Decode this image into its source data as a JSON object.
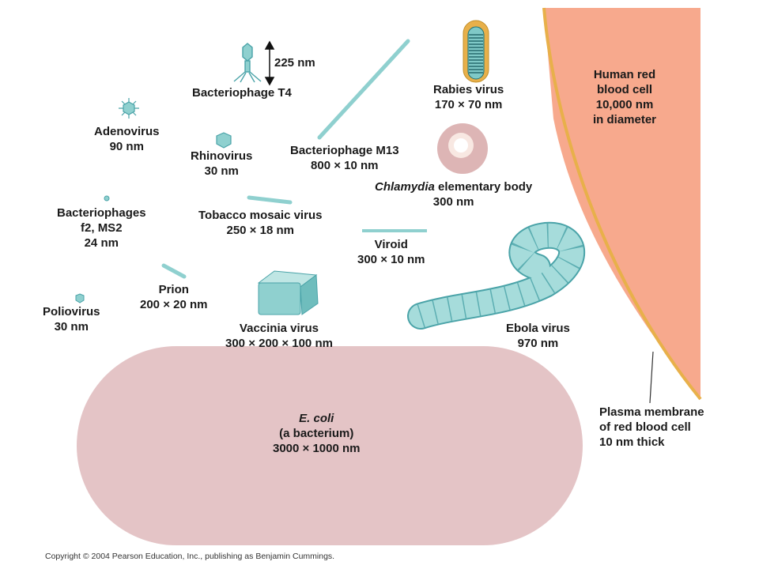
{
  "title": "",
  "colors": {
    "virus": "#8fd0cf",
    "virus_stroke": "#4aa3a8",
    "rbc": "#f7a98d",
    "rbc_edge": "#e8b04a",
    "ecoli": "#e4c4c6",
    "chlamydia": "#ddb5b5"
  },
  "items": {
    "t4": {
      "name": "Bacteriophage T4",
      "size": "225 nm"
    },
    "rabies": {
      "name": "Rabies virus",
      "size": "170 × 70 nm"
    },
    "rbc": {
      "line1": "Human red",
      "line2": "blood cell",
      "line3": "10,000 nm",
      "line4": "in diameter"
    },
    "adeno": {
      "name": "Adenovirus",
      "size": "90 nm"
    },
    "rhino": {
      "name": "Rhinovirus",
      "size": "30 nm"
    },
    "m13": {
      "name": "Bacteriophage M13",
      "size": "800 × 10 nm"
    },
    "chlamydia": {
      "name_italic": "Chlamydia",
      "name_rest": " elementary body",
      "size": "300 nm"
    },
    "f2": {
      "line1": "Bacteriophages",
      "line2": "f2, MS2",
      "size": "24 nm"
    },
    "tmv": {
      "name": "Tobacco mosaic virus",
      "size": "250 × 18 nm"
    },
    "viroid": {
      "name": "Viroid",
      "size": "300 × 10 nm"
    },
    "prion": {
      "name": "Prion",
      "size": "200 × 20 nm"
    },
    "polio": {
      "name": "Poliovirus",
      "size": "30 nm"
    },
    "vaccinia": {
      "name": "Vaccinia virus",
      "size": "300 × 200 × 100 nm"
    },
    "ebola": {
      "name": "Ebola virus",
      "size": "970 nm"
    },
    "ecoli": {
      "name": "E. coli",
      "line2": "(a bacterium)",
      "size": "3000 × 1000 nm"
    },
    "membrane": {
      "line1": "Plasma membrane",
      "line2": "of red blood cell",
      "line3": "10 nm thick"
    }
  },
  "copyright": "Copyright © 2004 Pearson Education, Inc., publishing as Benjamin Cummings."
}
